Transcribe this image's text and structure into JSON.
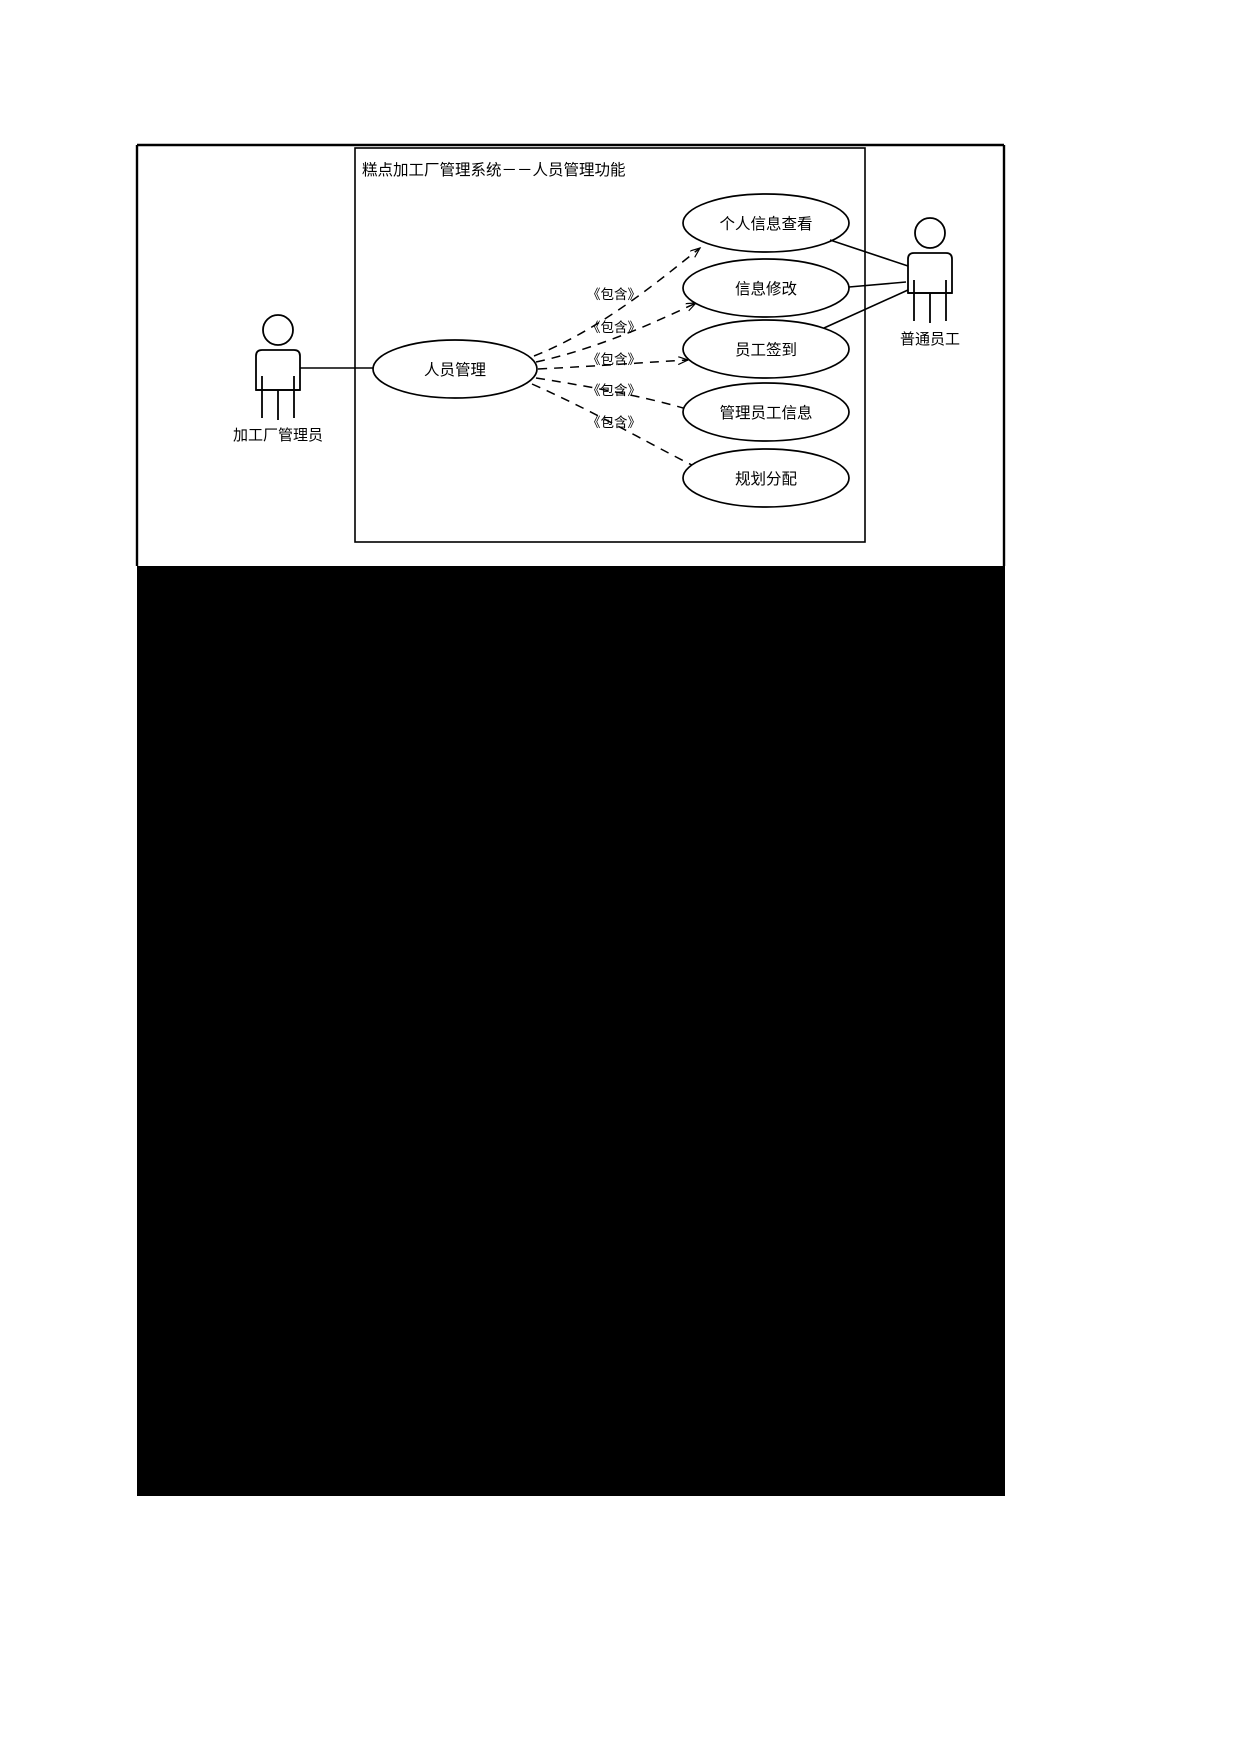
{
  "diagram": {
    "type": "uml-use-case",
    "system_boundary_title": "糕点加工厂管理系统－－人员管理功能",
    "actors": [
      {
        "id": "admin",
        "label": "加工厂管理员",
        "side": "left"
      },
      {
        "id": "employee",
        "label": "普通员工",
        "side": "right"
      }
    ],
    "use_cases": [
      {
        "id": "personnel-management",
        "label": "人员管理"
      },
      {
        "id": "view-personal-info",
        "label": "个人信息查看"
      },
      {
        "id": "modify-info",
        "label": "信息修改"
      },
      {
        "id": "employee-signin",
        "label": "员工签到"
      },
      {
        "id": "manage-employee-info",
        "label": "管理员工信息"
      },
      {
        "id": "plan-allocation",
        "label": "规划分配"
      }
    ],
    "relations": [
      {
        "from": "admin",
        "to": "personnel-management",
        "kind": "association",
        "label": ""
      },
      {
        "from": "personnel-management",
        "to": "view-personal-info",
        "kind": "include",
        "label": "《包含》"
      },
      {
        "from": "personnel-management",
        "to": "modify-info",
        "kind": "include",
        "label": "《包含》"
      },
      {
        "from": "personnel-management",
        "to": "employee-signin",
        "kind": "include",
        "label": "《包含》"
      },
      {
        "from": "personnel-management",
        "to": "manage-employee-info",
        "kind": "include",
        "label": "《包含》"
      },
      {
        "from": "personnel-management",
        "to": "plan-allocation",
        "kind": "include",
        "label": "《包含》"
      },
      {
        "from": "employee",
        "to": "view-personal-info",
        "kind": "association",
        "label": ""
      },
      {
        "from": "employee",
        "to": "modify-info",
        "kind": "association",
        "label": ""
      },
      {
        "from": "employee",
        "to": "employee-signin",
        "kind": "association",
        "label": ""
      }
    ],
    "stereotype_labels": [
      "《包含》",
      "《包含》",
      "《包含》",
      "《包含》",
      "《包含》"
    ],
    "colors": {
      "stroke": "#000000",
      "fill": "#ffffff",
      "page_background": "#ffffff",
      "scan_black": "#000000"
    }
  }
}
